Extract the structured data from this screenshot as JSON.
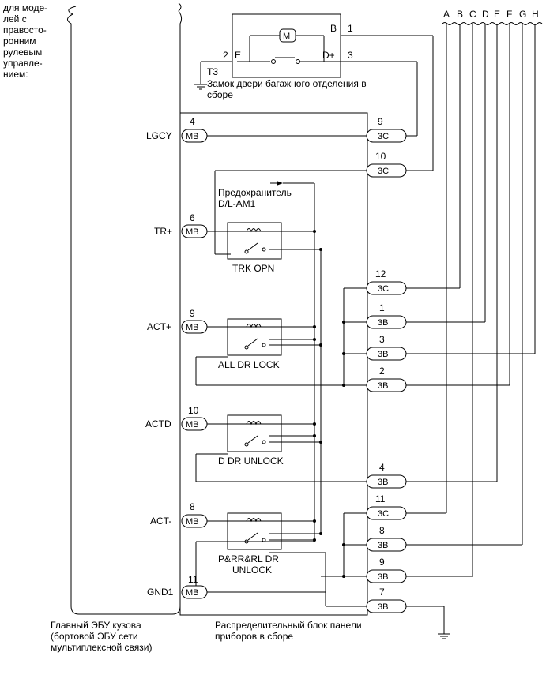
{
  "notes": {
    "left_note": [
      "для моде-",
      "лей с",
      "правосто-",
      "ронним",
      "рулевым",
      "управле-",
      "нием:"
    ],
    "body_ecu": [
      "Главный ЭБУ кузова",
      "(бортовой ЭБУ сети",
      "мультиплексной связи)"
    ],
    "junction_block": [
      "Распределительный блок панели",
      "приборов в сборе"
    ]
  },
  "trunk_lock": {
    "code": "T3",
    "caption": [
      "Замок двери багажного отделения в",
      "сборе"
    ],
    "pins": {
      "b_label": "B",
      "b_num": "1",
      "e_label": "E",
      "e_num": "2",
      "d_label": "D+",
      "d_num": "3"
    },
    "motor": "M"
  },
  "fuse": [
    "Предохранитель",
    "D/L-AM1"
  ],
  "columns": [
    "A",
    "B",
    "C",
    "D",
    "E",
    "F",
    "G",
    "H"
  ],
  "ecu_pins": [
    {
      "name": "LGCY",
      "num": "4",
      "conn": "MB"
    },
    {
      "name": "TR+",
      "num": "6",
      "conn": "MB"
    },
    {
      "name": "ACT+",
      "num": "9",
      "conn": "MB"
    },
    {
      "name": "ACTD",
      "num": "10",
      "conn": "MB"
    },
    {
      "name": "ACT-",
      "num": "8",
      "conn": "MB"
    },
    {
      "name": "GND1",
      "num": "11",
      "conn": "MB"
    }
  ],
  "relays": [
    {
      "label": "TRK OPN"
    },
    {
      "label": "ALL DR LOCK"
    },
    {
      "label": "D DR UNLOCK"
    },
    {
      "label": "P&RR&RL DR",
      "label2": "UNLOCK"
    }
  ],
  "right_conn": [
    {
      "num": "9",
      "conn": "3C"
    },
    {
      "num": "10",
      "conn": "3C"
    },
    {
      "num": "12",
      "conn": "3C"
    },
    {
      "num": "1",
      "conn": "3B"
    },
    {
      "num": "3",
      "conn": "3B"
    },
    {
      "num": "2",
      "conn": "3B"
    },
    {
      "num": "4",
      "conn": "3B"
    },
    {
      "num": "11",
      "conn": "3C"
    },
    {
      "num": "8",
      "conn": "3B"
    },
    {
      "num": "9",
      "conn": "3B"
    },
    {
      "num": "7",
      "conn": "3B"
    }
  ]
}
